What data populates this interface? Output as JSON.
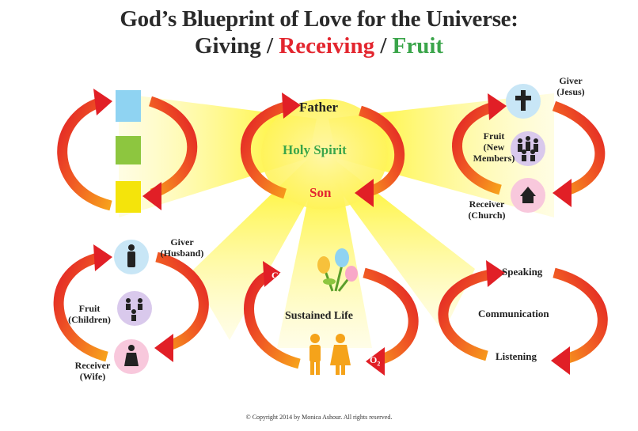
{
  "title": {
    "line1": "God’s Blueprint of Love for the Universe:",
    "giving": "Giving",
    "sep1": " / ",
    "receiving": "Receiving",
    "sep2": " / ",
    "fruit": "Fruit"
  },
  "colors": {
    "giving": "#2a2a2a",
    "receiving": "#e3262f",
    "fruit": "#3aa54a",
    "square_top": "#8fd3f2",
    "square_middle": "#8dc63f",
    "square_bottom": "#f4e40b",
    "circle_blue": "#c8e6f6",
    "circle_pink": "#f8c8dc",
    "circle_purple": "#d9c9ec"
  },
  "center": {
    "father": "Father",
    "holy_spirit": "Holy Spirit",
    "son": "Son"
  },
  "church": {
    "giver": "Giver",
    "giver_sub": "(Jesus)",
    "fruit": "Fruit",
    "fruit_sub1": "(New",
    "fruit_sub2": "Members)",
    "receiver": "Receiver",
    "receiver_sub": "(Church)"
  },
  "family": {
    "giver": "Giver",
    "giver_sub": "(Husband)",
    "fruit": "Fruit",
    "fruit_sub": "(Children)",
    "receiver": "Receiver",
    "receiver_sub": "(Wife)"
  },
  "life": {
    "co2": "CO",
    "co2_sub": "2",
    "label": "Sustained Life",
    "o2": "O",
    "o2_sub": "2"
  },
  "communication": {
    "speaking": "Speaking",
    "label": "Communication",
    "listening": "Listening"
  },
  "copyright": "© Copyright 2014 by Monica Ashour. All rights reserved."
}
